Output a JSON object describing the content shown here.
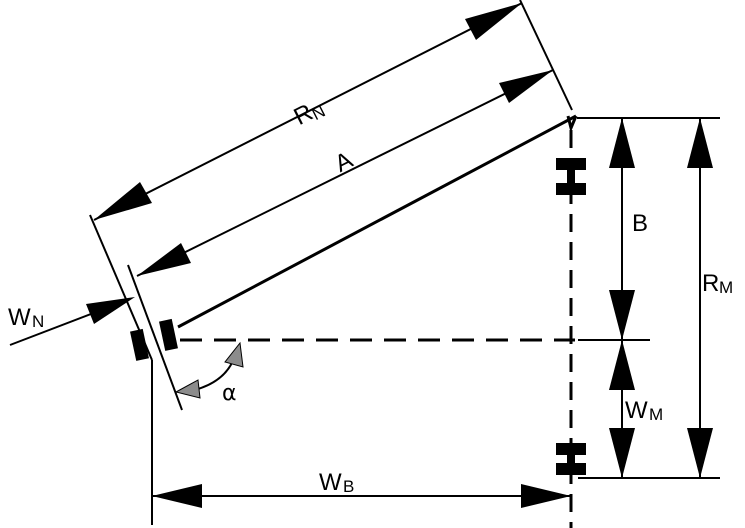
{
  "diagram": {
    "labels": {
      "rn_main": "R",
      "rn_sub": "N",
      "a": "A",
      "b": "B",
      "rm_main": "R",
      "rm_sub": "M",
      "wn_main": "W",
      "wn_sub": "N",
      "wm_main": "W",
      "wm_sub": "M",
      "wb_main": "W",
      "wb_sub": "B",
      "alpha": "α"
    },
    "colors": {
      "line": "#000000",
      "angle_arrow": "#8c8c8c",
      "background": "#ffffff"
    }
  }
}
